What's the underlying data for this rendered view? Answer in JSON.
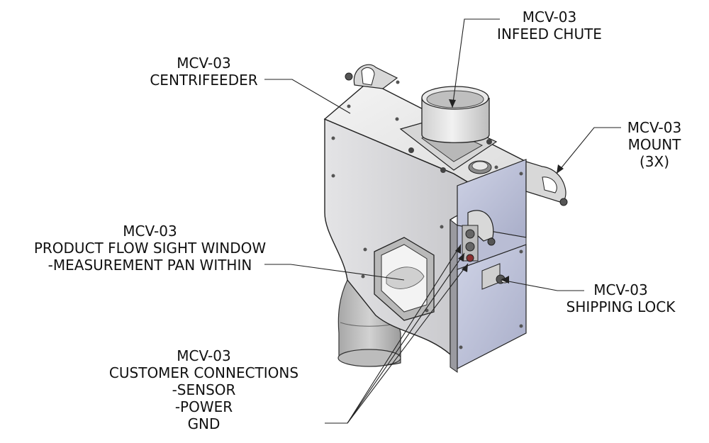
{
  "callouts": {
    "infeed_chute": [
      "MCV-03",
      "INFEED CHUTE"
    ],
    "centrifeeder": [
      "MCV-03",
      "CENTRIFEEDER"
    ],
    "mount": [
      "MCV-03",
      "MOUNT",
      "(3X)"
    ],
    "sight_window": [
      "MCV-03",
      "PRODUCT FLOW SIGHT WINDOW",
      "-MEASUREMENT PAN WITHIN"
    ],
    "shipping_lock": [
      "MCV-03",
      "SHIPPING LOCK"
    ],
    "customer_connections": [
      "MCV-03",
      "CUSTOMER CONNECTIONS",
      "-SENSOR",
      "-POWER",
      "GND"
    ]
  }
}
